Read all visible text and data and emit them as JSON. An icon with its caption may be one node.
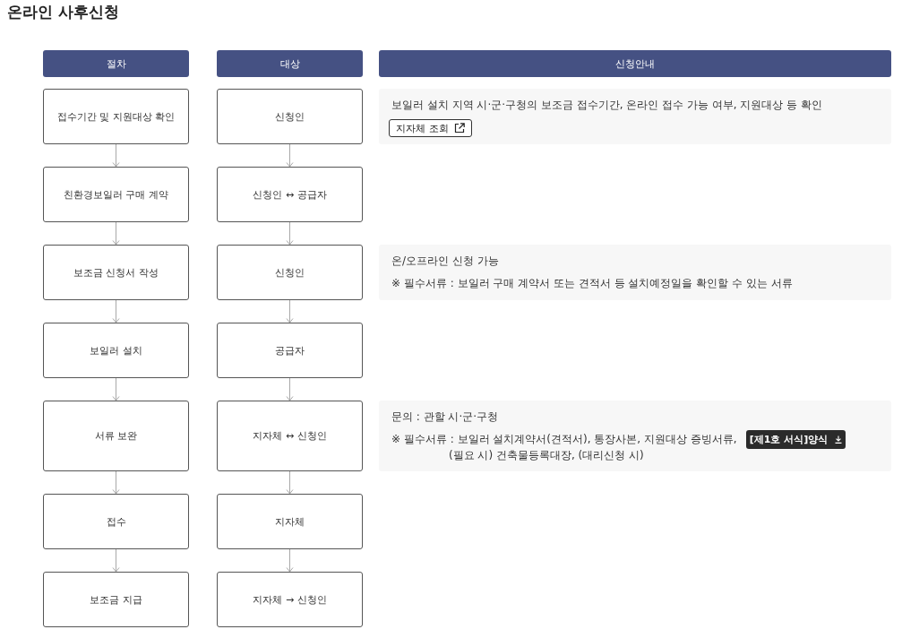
{
  "diagram": {
    "title": "온라인 사후신청",
    "nodes": [
      {
        "text": [
          "절차"
        ]
      },
      {
        "text": [
          "대상"
        ]
      },
      {
        "text": [
          "신청안내"
        ]
      },
      {
        "text": [
          "접수기간 및 지원대상 확인"
        ]
      },
      {
        "text": [
          "신청인"
        ]
      },
      {
        "text": [
          "보일러 설치 지역 시·군·구청의 보조금 접수기간, 온라인 접수 가능 여부, 지원대상 등 확인"
        ]
      },
      {
        "text": [
          "지자체 조회"
        ],
        "in": 5
      },
      {
        "text": [
          "친환경보일러 구매 계약"
        ]
      },
      {
        "text": [
          "신청인 ↔ 공급자"
        ]
      },
      {
        "text": [
          "보조금 신청서 작성"
        ]
      },
      {
        "text": [
          "신청인"
        ]
      },
      {
        "text": [
          "온/오프라인 신청 가능",
          "※ 필수서류 : 보일러 구매 계약서 또는 견적서 등 설치예정일을 확인할 수 있는 서류"
        ]
      },
      {
        "text": [
          "보일러 설치"
        ]
      },
      {
        "text": [
          "공급자"
        ]
      },
      {
        "text": [
          "서류 보완"
        ]
      },
      {
        "text": [
          "지자체 ↔ 신청인"
        ]
      },
      {
        "text": [
          "문의 : 관할 시·군·구청",
          "※ 필수서류 : 보일러 설치계약서(견적서), 통장사본, 지원대상 증빙서류, (필요 시) 건축물등록대장, (대리신청 시)"
        ]
      },
      {
        "text": [
          "[제1호 서식]양식"
        ],
        "in": 16
      },
      {
        "text": [
          "접수"
        ]
      },
      {
        "text": [
          "지자체"
        ]
      },
      {
        "text": [
          "보조금 지급"
        ]
      },
      {
        "text": [
          "지자체 → 신청인"
        ]
      }
    ],
    "edges": [
      {
        "from": 3,
        "to": 7,
        "arrow": "to"
      },
      {
        "from": 7,
        "to": 9,
        "arrow": "to"
      },
      {
        "from": 9,
        "to": 12,
        "arrow": "to"
      },
      {
        "from": 12,
        "to": 14,
        "arrow": "to"
      },
      {
        "from": 14,
        "to": 18,
        "arrow": "to"
      },
      {
        "from": 18,
        "to": 20,
        "arrow": "to"
      },
      {
        "from": 4,
        "to": 8,
        "arrow": "to"
      },
      {
        "from": 8,
        "to": 10,
        "arrow": "to"
      },
      {
        "from": 10,
        "to": 13,
        "arrow": "to"
      },
      {
        "from": 13,
        "to": 15,
        "arrow": "to"
      },
      {
        "from": 15,
        "to": 19,
        "arrow": "to"
      },
      {
        "from": 19,
        "to": 21,
        "arrow": "to"
      }
    ]
  }
}
